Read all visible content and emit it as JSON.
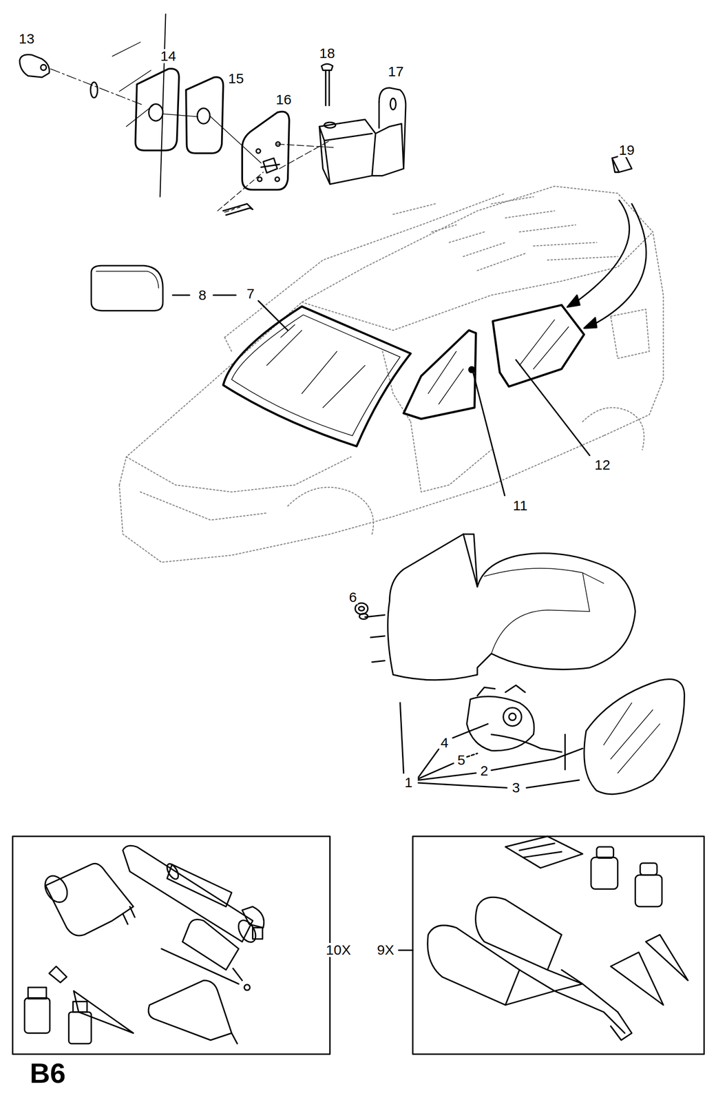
{
  "diagram": {
    "labels": [
      "13",
      "14",
      "15",
      "16",
      "18",
      "17",
      "19",
      "8",
      "7",
      "12",
      "11",
      "6",
      "4",
      "5",
      "2",
      "1",
      "3",
      "10X",
      "9X",
      "B6"
    ]
  }
}
